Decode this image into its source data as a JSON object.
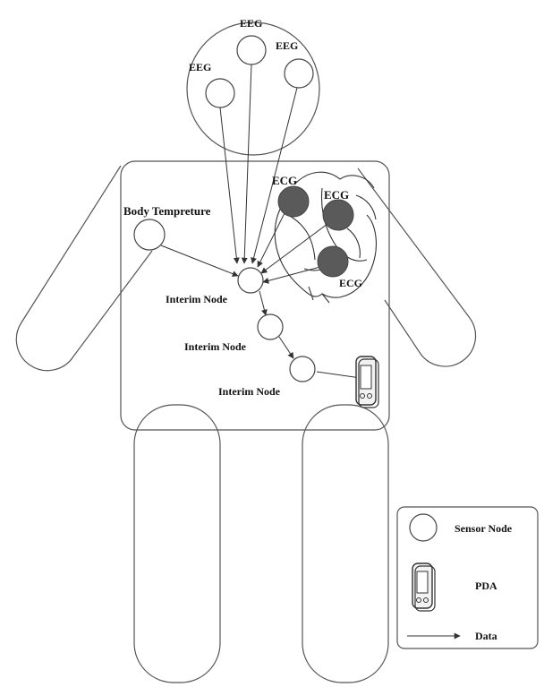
{
  "diagram": {
    "eeg_labels": [
      "EEG",
      "EEG",
      "EEG"
    ],
    "ecg_labels": [
      "ECG",
      "ECG",
      "ECG"
    ],
    "body_temp_label": "Body Tempreture",
    "interim_labels": [
      "Interim Node",
      "Interim Node",
      "Interim Node"
    ]
  },
  "legend": {
    "sensor_label": "Sensor Node",
    "pda_label": "PDA",
    "data_label": "Data"
  }
}
